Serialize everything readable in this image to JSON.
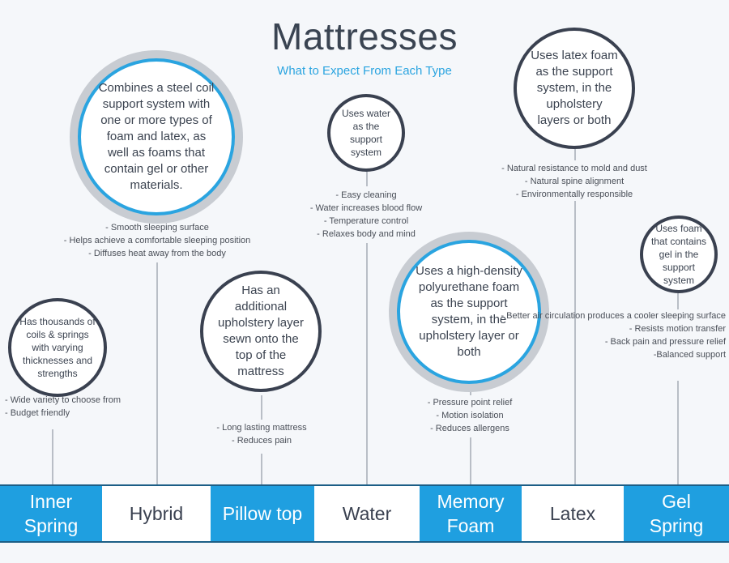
{
  "title": "Mattresses",
  "subtitle": "What to Expect From Each Type",
  "types": [
    {
      "label": "Inner Spring",
      "description": "Has thousands of coils & springs with varying thicknesses and strengths",
      "features": [
        "- Wide variety to choose from",
        "- Budget friendly"
      ]
    },
    {
      "label": "Hybrid",
      "description": "Combines a steel coil support system with one or more types of foam and latex, as well as foams that contain gel or other materials.",
      "features": [
        "- Smooth sleeping surface",
        "- Helps achieve a comfortable sleeping position",
        "- Diffuses heat away from the body"
      ]
    },
    {
      "label": "Pillow top",
      "description": "Has an additional upholstery layer sewn onto the top of the mattress",
      "features": [
        "- Long lasting mattress",
        "- Reduces pain"
      ]
    },
    {
      "label": "Water",
      "description": "Uses water as the support system",
      "features": [
        "- Easy cleaning",
        "- Water increases blood flow",
        "- Temperature control",
        "- Relaxes body and mind"
      ]
    },
    {
      "label": "Memory Foam",
      "description": "Uses a high-density polyurethane foam as the support system, in the upholstery layer or both",
      "features": [
        "- Pressure point relief",
        "- Motion isolation",
        "- Reduces allergens"
      ]
    },
    {
      "label": "Latex",
      "description": "Uses latex foam as the support system, in the upholstery layers or both",
      "features": [
        "- Natural resistance to mold and dust",
        "- Natural spine alignment",
        "- Environmentally responsible"
      ]
    },
    {
      "label": "Gel Spring",
      "description": "Uses foam that contains gel in the support system",
      "features": [
        "- Better air circulation produces a cooler sleeping surface",
        "- Resists motion transfer",
        "- Back pain and pressure relief",
        "-Balanced support"
      ]
    }
  ],
  "colors": {
    "accent": "#1f9fe0",
    "dark_ring": "#3a4150",
    "line": "#b9bec6",
    "title": "#3a4452"
  }
}
